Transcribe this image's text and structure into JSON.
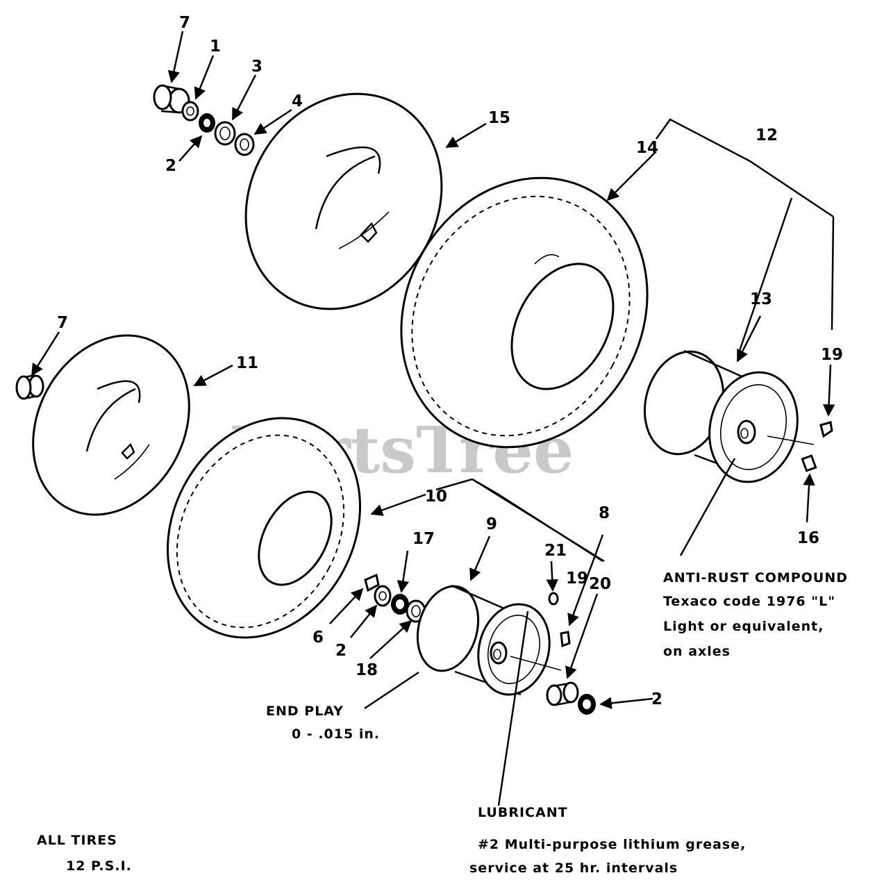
{
  "watermark": "PartsTree",
  "callouts": {
    "c7a": "7",
    "c1": "1",
    "c3": "3",
    "c4": "4",
    "c2a": "2",
    "c15": "15",
    "c14": "14",
    "c12": "12",
    "c13": "13",
    "c19a": "19",
    "c7b": "7",
    "c11": "11",
    "c16": "16",
    "c10": "10",
    "c9": "9",
    "c8": "8",
    "c17": "17",
    "c21": "21",
    "c19b": "19",
    "c20": "20",
    "c6": "6",
    "c2b": "2",
    "c18": "18",
    "c2c": "2"
  },
  "notes": {
    "anti_rust_1": "ANTI-RUST COMPOUND",
    "anti_rust_2": "Texaco code 1976 \"L\"",
    "anti_rust_3": "Light or equivalent,",
    "anti_rust_4": "on axles",
    "end_play_1": "END PLAY",
    "end_play_2": "0 - .015 in.",
    "lubricant_1": "LUBRICANT",
    "lubricant_2": "#2 Multi-purpose lithium grease,",
    "lubricant_3": "service at 25 hr. intervals",
    "tires_1": "ALL TIRES",
    "tires_2": "12 P.S.I."
  }
}
